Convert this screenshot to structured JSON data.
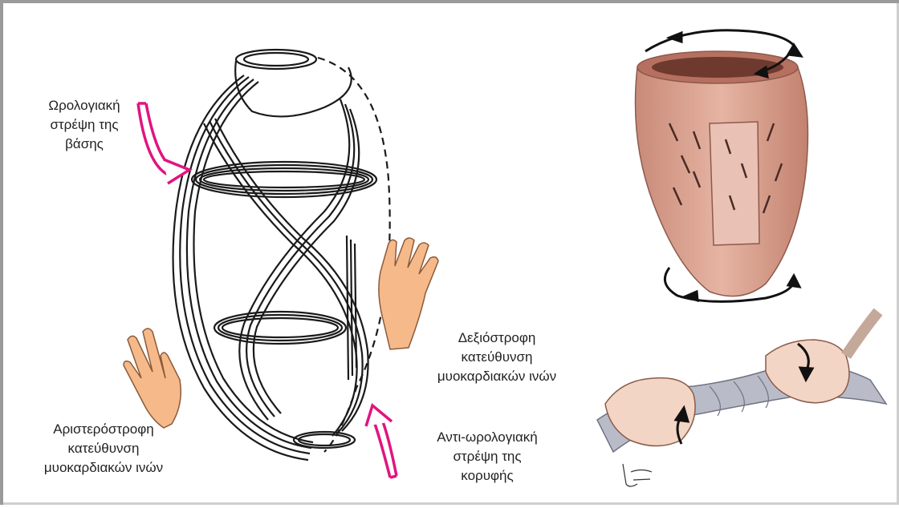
{
  "labels": {
    "base_twist": [
      "Ωρολογιακή",
      "στρέψη της",
      "βάσης"
    ],
    "right_handed": [
      "Δεξιόστροφη",
      "κατεύθυνση",
      "μυοκαρδιακών ινών"
    ],
    "left_handed": [
      "Αριστερόστροφη",
      "κατεύθυνση",
      "μυοκαρδιακών ινών"
    ],
    "apex_twist": [
      "Αντι-ωρολογιακή",
      "στρέψη της",
      "κορυφής"
    ]
  },
  "colors": {
    "arrow_magenta": "#e0157f",
    "hand_skin": "#f6b98a",
    "hand_outline": "#8a5a3a",
    "heart_muscle": "#d9a08e",
    "fiber_black": "#1a1a1a"
  }
}
